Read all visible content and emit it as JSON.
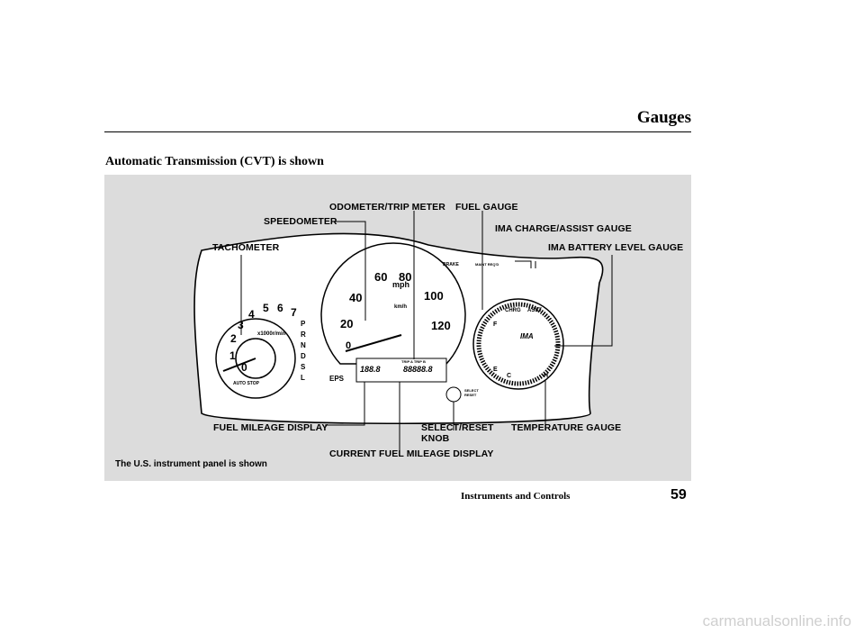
{
  "header": {
    "title": "Gauges"
  },
  "section": {
    "title": "Automatic Transmission (CVT) is shown"
  },
  "figure": {
    "labels": {
      "odometer": "ODOMETER/TRIP METER",
      "fuel_gauge": "FUEL GAUGE",
      "speedometer": "SPEEDOMETER",
      "ima_charge": "IMA CHARGE/ASSIST GAUGE",
      "tachometer": "TACHOMETER",
      "ima_battery": "IMA BATTERY LEVEL GAUGE",
      "fuel_mileage": "FUEL MILEAGE DISPLAY",
      "select_reset_1": "SELECT/RESET",
      "select_reset_2": "KNOB",
      "temperature": "TEMPERATURE GAUGE",
      "current_mileage": "CURRENT FUEL MILEAGE DISPLAY"
    },
    "caption": "The U.S. instrument panel is shown",
    "tach": {
      "numbers": [
        "0",
        "1",
        "2",
        "3",
        "4",
        "5",
        "6",
        "7"
      ],
      "unit": "x1000r/min",
      "auto_stop": "AUTO STOP"
    },
    "speedo": {
      "numbers": [
        "0",
        "20",
        "40",
        "60",
        "80",
        "100",
        "120"
      ],
      "mph": "mph",
      "kmh": "km/h",
      "display": "188.8",
      "odo": "88888.8",
      "trip": "TRIP A  TRIP B"
    },
    "gear_letters": [
      "P",
      "R",
      "N",
      "D",
      "S",
      "L"
    ],
    "right_gauge": {
      "charge": "CHRG",
      "assist": "ASST",
      "ima": "IMA",
      "f": "F",
      "e": "E",
      "c": "C",
      "h": "H"
    },
    "indicators": {
      "brake": "BRAKE",
      "maint": "MAINT REQ'D",
      "eps": "EPS",
      "select": "SELECT",
      "reset": "RESET"
    }
  },
  "footer": {
    "section": "Instruments and Controls",
    "page": "59"
  },
  "watermark": "carmanualsonline.info"
}
